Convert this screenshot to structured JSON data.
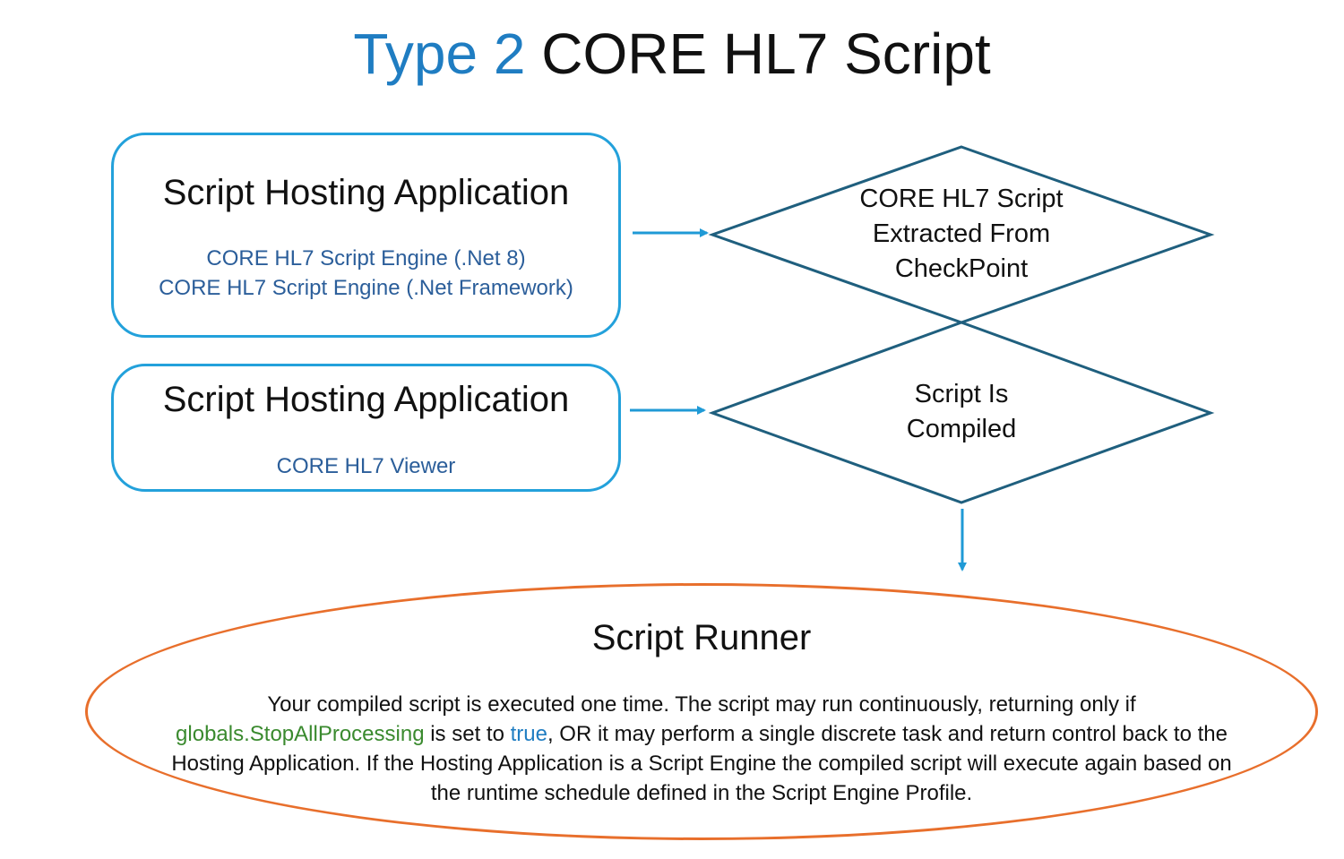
{
  "title": {
    "accent": "Type 2",
    "rest": " CORE HL7 Script"
  },
  "host_boxes": [
    {
      "heading": "Script Hosting Application",
      "items": [
        "CORE HL7 Script Engine (.Net 8)",
        "CORE HL7 Script Engine (.Net Framework)"
      ]
    },
    {
      "heading": "Script Hosting Application",
      "items": [
        "CORE HL7 Viewer"
      ]
    }
  ],
  "decisions": [
    {
      "lines": [
        "CORE HL7 Script",
        "Extracted From",
        "CheckPoint"
      ]
    },
    {
      "lines": [
        "Script Is",
        "Compiled"
      ]
    }
  ],
  "runner": {
    "title": "Script Runner",
    "body_part1": "Your compiled script is executed one time. The script may run continuously, returning only if ",
    "code_flag": "globals.StopAllProcessing",
    "body_part2": " is set to ",
    "code_value": "true",
    "body_part3": ", OR it may perform a single discrete task and return control back to the Hosting Application. If the Hosting Application is a Script Engine the compiled script will execute again based on the runtime schedule defined in the Script Engine Profile."
  },
  "colors": {
    "accent_blue": "#1f7dc2",
    "box_border": "#23a1db",
    "item_text": "#2b5e9a",
    "diamond_stroke": "#1f5f7e",
    "oval_border": "#e86f2c",
    "code_green": "#3a8a2e"
  }
}
